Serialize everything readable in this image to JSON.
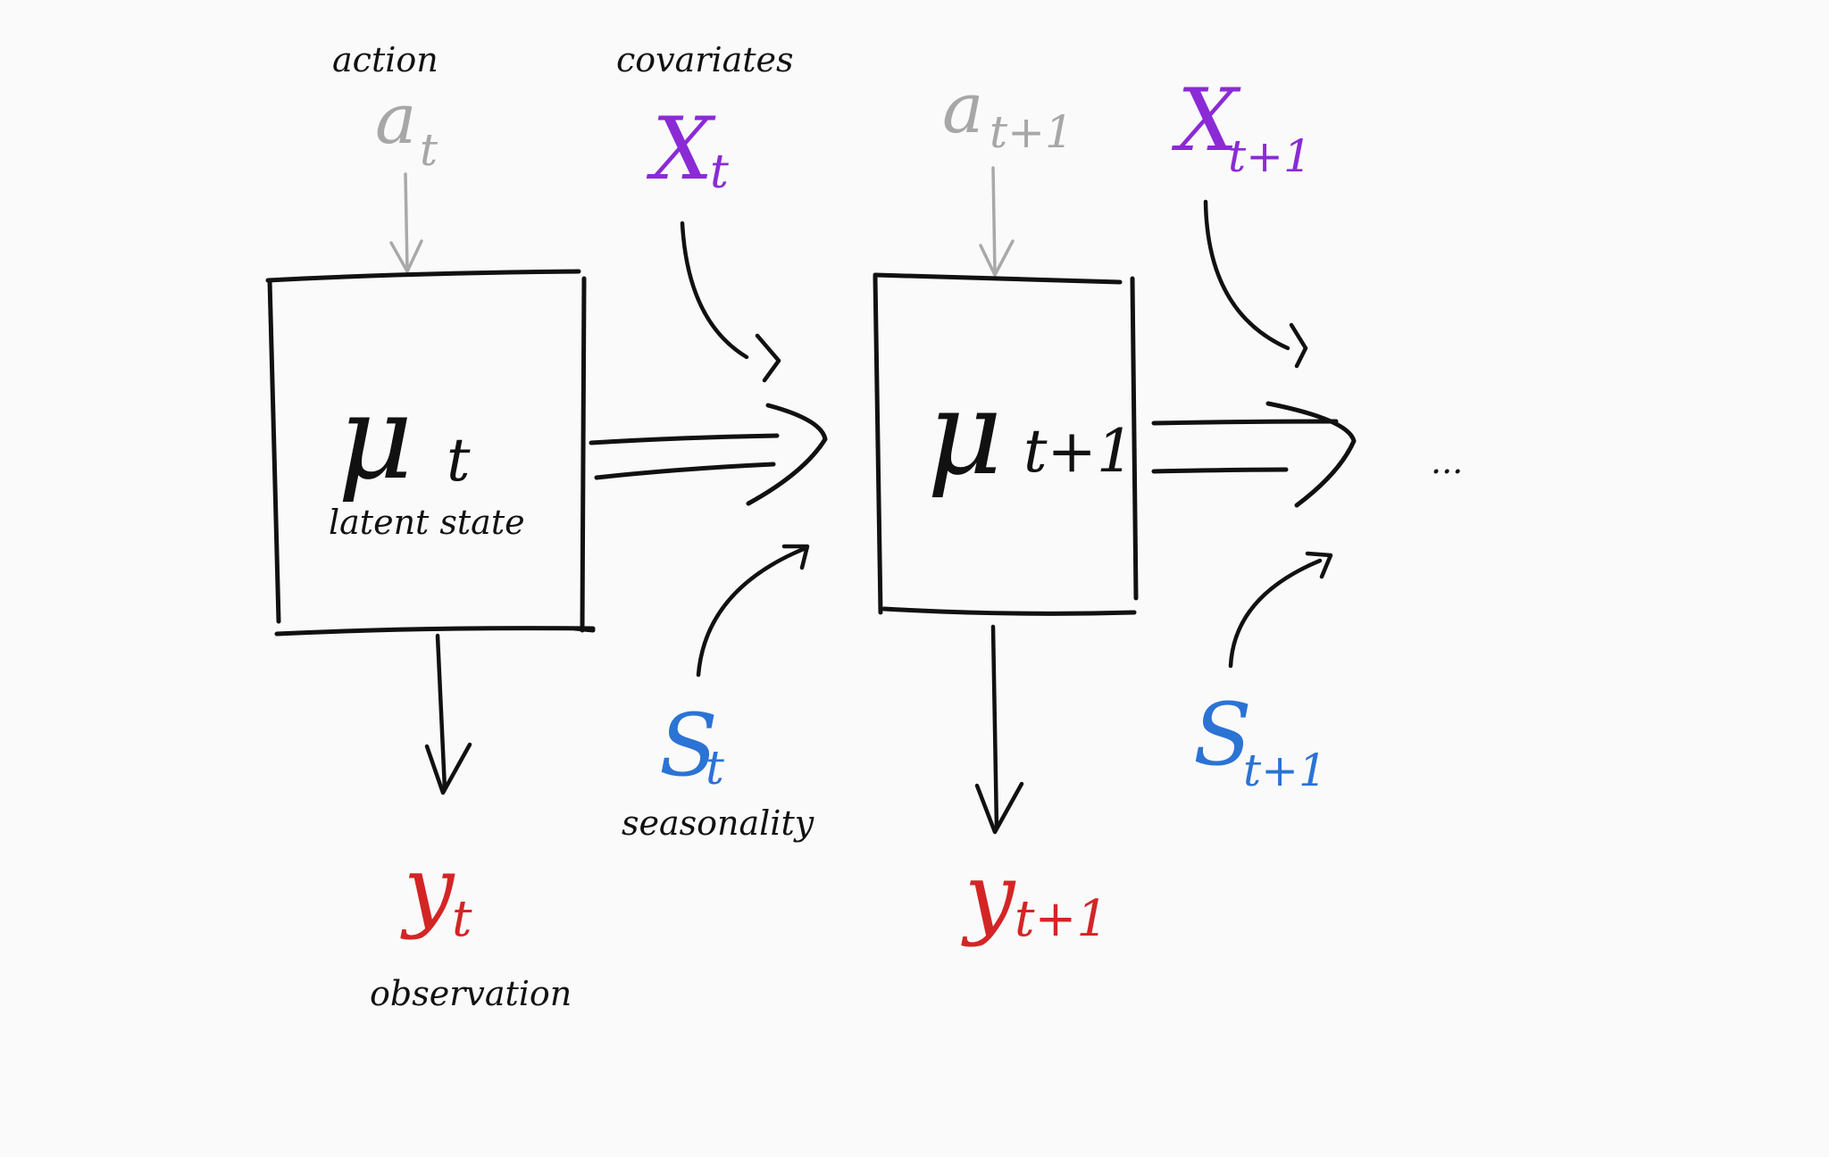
{
  "labels": {
    "action": "action",
    "covariates": "covariates",
    "latent_state": "latent state",
    "observation": "observation",
    "seasonality": "seasonality",
    "ellipsis": "..."
  },
  "symbols": {
    "a_t": {
      "base": "a",
      "sub": "t"
    },
    "a_t1": {
      "base": "a",
      "sub": "t+1"
    },
    "x_t": {
      "base": "X",
      "sub": "t"
    },
    "x_t1": {
      "base": "X",
      "sub": "t+1"
    },
    "mu_t": {
      "base": "μ",
      "sub": "t"
    },
    "mu_t1": {
      "base": "μ",
      "sub": "t+1"
    },
    "s_t": {
      "base": "S",
      "sub": "t"
    },
    "s_t1": {
      "base": "S",
      "sub": "t+1"
    },
    "y_t": {
      "base": "y",
      "sub": "t"
    },
    "y_t1": {
      "base": "y",
      "sub": "t+1"
    }
  },
  "colors": {
    "action": "#a7a7a7",
    "covariates": "#8a2bd6",
    "seasonality": "#2b73d4",
    "observation": "#d42525",
    "ink": "#111111",
    "background": "#fafafa"
  }
}
